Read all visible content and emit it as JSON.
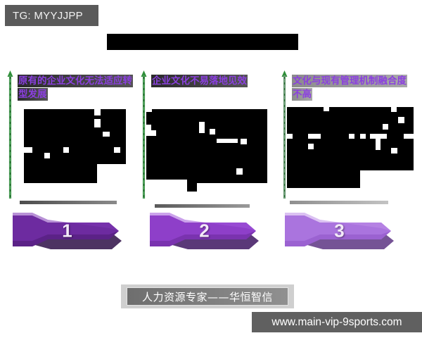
{
  "badge": {
    "label": "TG: MYYJJPP"
  },
  "header": {
    "title_redacted": true
  },
  "colors": {
    "badge_bg": "#5a5a5a",
    "card_title_text": "#8b3fe0",
    "axis_green": "#3f9b49",
    "banner_1": "#6d2ba0",
    "banner_2": "#8e3fc9",
    "banner_3": "#aa74de",
    "redaction": "#000000",
    "watermark_bg": "#606060"
  },
  "cards": [
    {
      "id": "card-1",
      "title": "原有的企业文化无法适应转型发展",
      "axis_icon": "up-arrow-axis-icon",
      "body_redacted": true
    },
    {
      "id": "card-2",
      "title": "企业文化不易落地见效",
      "axis_icon": "up-arrow-axis-icon",
      "body_redacted": true
    },
    {
      "id": "card-3",
      "title": "文化与现有管理机制融合度不高",
      "axis_icon": "up-arrow-axis-icon",
      "body_redacted": true
    }
  ],
  "banners": [
    {
      "number": "1"
    },
    {
      "number": "2"
    },
    {
      "number": "3"
    }
  ],
  "caption": {
    "text": "人力资源专家——华恒智信"
  },
  "watermark": {
    "text": "www.main-vip-9sports.com"
  }
}
